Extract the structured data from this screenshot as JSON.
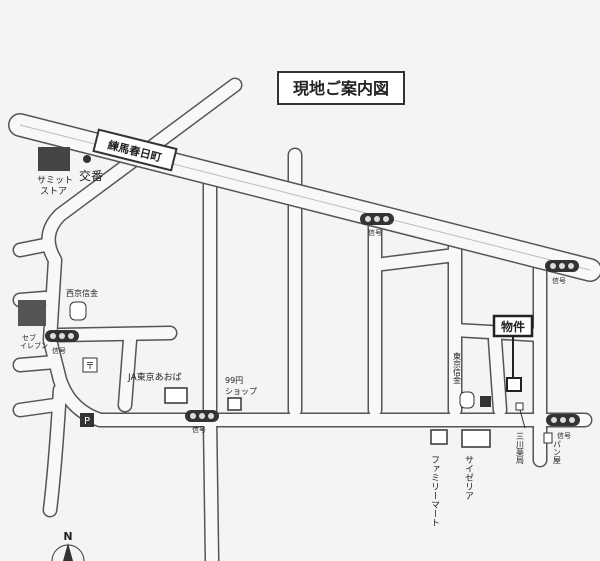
{
  "title": "現地ご案内図",
  "main_road": "練馬春日町",
  "property": "物件",
  "labels": {
    "summit": [
      "サミット",
      "ストア"
    ],
    "koban": "交番",
    "seibu": "西京信金",
    "seven": [
      "セブ",
      "イレブン"
    ],
    "signal": "信号",
    "ja": "JA東京あおば",
    "shop99": [
      "99円",
      "ショップ"
    ],
    "tokyo_shinkin": "東京信金",
    "family": "ファミリーマート",
    "saizeriya": "サイゼリア",
    "yakkyoku": "三川薬局",
    "bakery": "パン屋",
    "north": "N",
    "parking": "P"
  }
}
